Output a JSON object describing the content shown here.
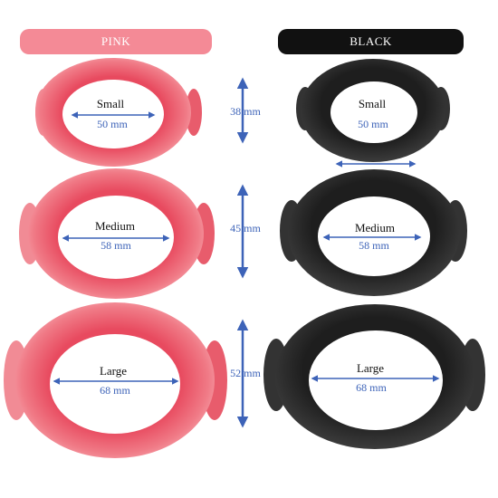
{
  "headers": {
    "pink": "PINK",
    "black": "BLACK"
  },
  "colors": {
    "pink_ring": "#ef6f7a",
    "pink_ring_dark": "#e44a5c",
    "black_ring": "#2a2a2a",
    "black_ring_highlight": "#4a4a4a",
    "arrow": "#3d63b8"
  },
  "sizes": [
    {
      "name": "Small",
      "opening": "50 mm",
      "height": "38 mm"
    },
    {
      "name": "Medium",
      "opening": "58 mm",
      "height": "45 mm"
    },
    {
      "name": "Large",
      "opening": "68 mm",
      "height": "52 mm"
    }
  ]
}
